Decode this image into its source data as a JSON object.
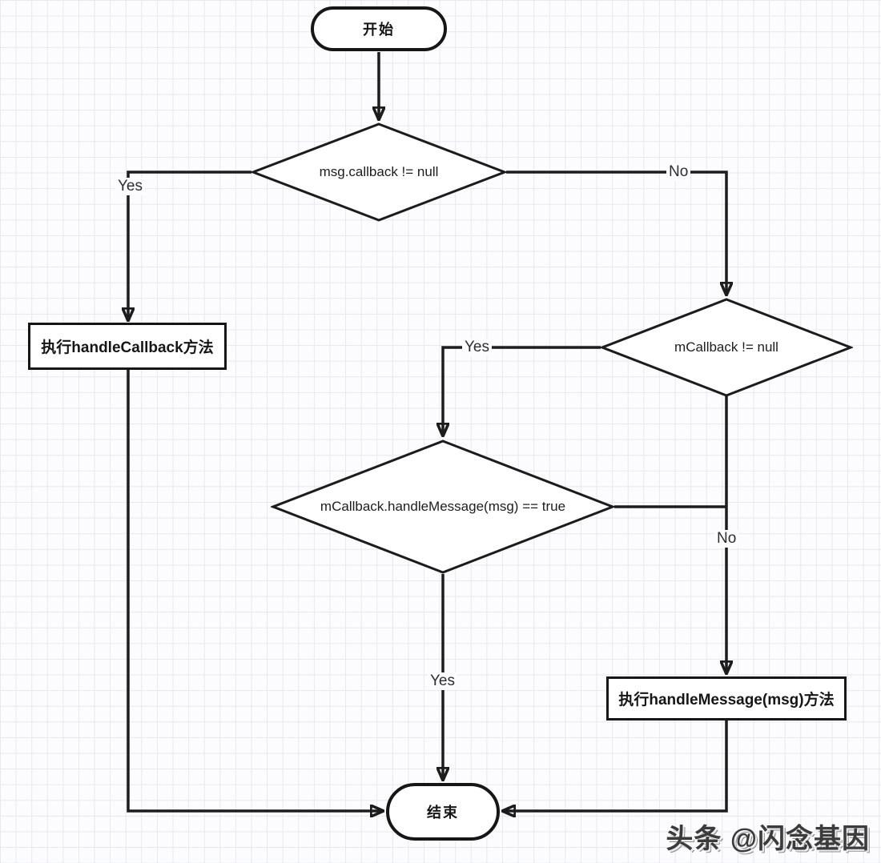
{
  "diagram": {
    "title": "Handler message dispatch flowchart",
    "nodes": {
      "start": {
        "label": "开始",
        "type": "terminal"
      },
      "decision_msg_callback": {
        "label": "msg.callback != null",
        "type": "decision"
      },
      "process_handle_callback": {
        "label": "执行handleCallback方法",
        "type": "process"
      },
      "decision_mcallback": {
        "label": "mCallback != null",
        "type": "decision"
      },
      "decision_handle_message": {
        "label": "mCallback.handleMessage(msg) == true",
        "type": "decision"
      },
      "process_handle_message": {
        "label": "执行handleMessage(msg)方法",
        "type": "process"
      },
      "end": {
        "label": "结束",
        "type": "terminal"
      }
    },
    "edges": [
      {
        "from": "start",
        "to": "decision_msg_callback",
        "label": ""
      },
      {
        "from": "decision_msg_callback",
        "to": "process_handle_callback",
        "label": "Yes"
      },
      {
        "from": "decision_msg_callback",
        "to": "decision_mcallback",
        "label": "No"
      },
      {
        "from": "decision_mcallback",
        "to": "decision_handle_message",
        "label": "Yes"
      },
      {
        "from": "decision_mcallback",
        "to": "process_handle_message",
        "label": "No"
      },
      {
        "from": "decision_handle_message",
        "to": "process_handle_message",
        "label": ""
      },
      {
        "from": "decision_handle_message",
        "to": "end",
        "label": "Yes"
      },
      {
        "from": "process_handle_callback",
        "to": "end",
        "label": ""
      },
      {
        "from": "process_handle_message",
        "to": "end",
        "label": ""
      }
    ],
    "colors": {
      "line": "#1c1c1c",
      "node_fill": "#ffffff",
      "grid": "#e7e8ee",
      "background": "#fcfcfe",
      "watermark": "#3b3b3b"
    }
  },
  "watermark": {
    "text": "头条 @闪念基因"
  }
}
